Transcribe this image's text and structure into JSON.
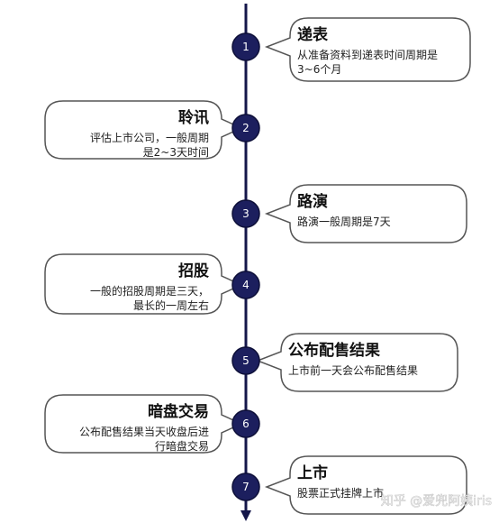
{
  "colors": {
    "axis": "#14164a",
    "node_fill": "#1c1f5e",
    "node_text": "#ffffff",
    "callout_stroke": "#555555",
    "callout_fill": "#ffffff"
  },
  "steps": [
    {
      "num": "1",
      "side": "right",
      "title": "递表",
      "desc": [
        "从准备资料到递表时间周期是",
        "3~6个月"
      ]
    },
    {
      "num": "2",
      "side": "left",
      "title": "聆讯",
      "desc": [
        "评估上市公司，一般周期",
        "是2~3天时间"
      ]
    },
    {
      "num": "3",
      "side": "right",
      "title": "路演",
      "desc": [
        "路演一般周期是7天"
      ]
    },
    {
      "num": "4",
      "side": "left",
      "title": "招股",
      "desc": [
        "一般的招股周期是三天，",
        "最长的一周左右"
      ]
    },
    {
      "num": "5",
      "side": "right",
      "title": "公布配售结果",
      "desc": [
        "上市前一天会公布配售结果"
      ]
    },
    {
      "num": "6",
      "side": "left",
      "title": "暗盘交易",
      "desc": [
        "公布配售结果当天收盘后进",
        "行暗盘交易"
      ]
    },
    {
      "num": "7",
      "side": "right",
      "title": "上市",
      "desc": [
        "股票正式挂牌上市"
      ]
    }
  ],
  "watermark": "知乎 @爱兜阿姨iris"
}
